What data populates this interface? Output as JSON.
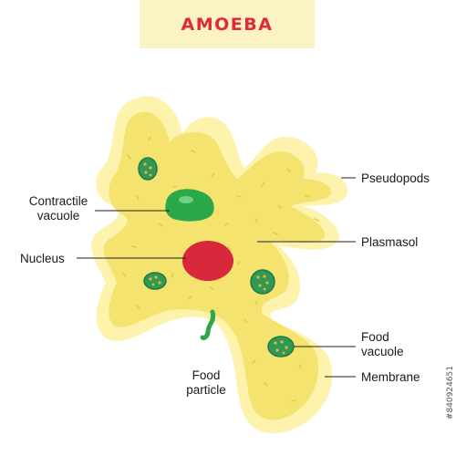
{
  "title": "AMOEBA",
  "labels": {
    "pseudopods": "Pseudopods",
    "contractile_vacuole": [
      "Contractile",
      "vacuole"
    ],
    "nucleus": "Nucleus",
    "plasmasol": "Plasmasol",
    "food_vacuole": [
      "Food",
      "vacuole"
    ],
    "membrane": "Membrane",
    "food_particle": [
      "Food",
      "particle"
    ]
  },
  "watermark": "#840924651",
  "colors": {
    "title_bg": "#fbf3c3",
    "title_text": "#e02a3c",
    "membrane": "#fdf3ad",
    "cytoplasm": "#f4e36f",
    "nucleus": "#d8283c",
    "contractile_vacuole": "#2aa84a",
    "food_vacuole": "#2f9a55",
    "food_particle": "#2aa84a"
  }
}
